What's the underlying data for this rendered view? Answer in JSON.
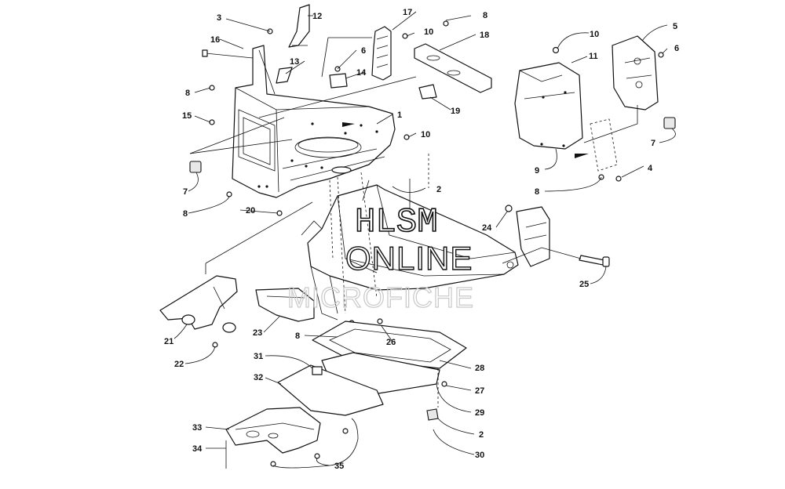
{
  "watermark": {
    "line1": "HLSM",
    "line2": "ONLINE",
    "line3": "MICROFICHE"
  },
  "callouts": [
    {
      "id": "c3",
      "label": "3"
    },
    {
      "id": "c12",
      "label": "12"
    },
    {
      "id": "c17",
      "label": "17"
    },
    {
      "id": "c8a",
      "label": "8"
    },
    {
      "id": "c16",
      "label": "16"
    },
    {
      "id": "c10a",
      "label": "10"
    },
    {
      "id": "c18",
      "label": "18"
    },
    {
      "id": "c13",
      "label": "13"
    },
    {
      "id": "c6a",
      "label": "6"
    },
    {
      "id": "c14",
      "label": "14"
    },
    {
      "id": "c8b",
      "label": "8"
    },
    {
      "id": "c1",
      "label": "1"
    },
    {
      "id": "c19",
      "label": "19"
    },
    {
      "id": "c15",
      "label": "15"
    },
    {
      "id": "c10b",
      "label": "10"
    },
    {
      "id": "c7a",
      "label": "7"
    },
    {
      "id": "c8c",
      "label": "8"
    },
    {
      "id": "c20",
      "label": "20"
    },
    {
      "id": "c2a",
      "label": "2"
    },
    {
      "id": "c10c",
      "label": "10"
    },
    {
      "id": "c11",
      "label": "11"
    },
    {
      "id": "c5",
      "label": "5"
    },
    {
      "id": "c6b",
      "label": "6"
    },
    {
      "id": "c7b",
      "label": "7"
    },
    {
      "id": "c9",
      "label": "9"
    },
    {
      "id": "c4",
      "label": "4"
    },
    {
      "id": "c8d",
      "label": "8"
    },
    {
      "id": "c24",
      "label": "24"
    },
    {
      "id": "c25",
      "label": "25"
    },
    {
      "id": "c21",
      "label": "21"
    },
    {
      "id": "c22",
      "label": "22"
    },
    {
      "id": "c23",
      "label": "23"
    },
    {
      "id": "c8e",
      "label": "8"
    },
    {
      "id": "c26",
      "label": "26"
    },
    {
      "id": "c31",
      "label": "31"
    },
    {
      "id": "c28",
      "label": "28"
    },
    {
      "id": "c32",
      "label": "32"
    },
    {
      "id": "c27",
      "label": "27"
    },
    {
      "id": "c29",
      "label": "29"
    },
    {
      "id": "c33",
      "label": "33"
    },
    {
      "id": "c2b",
      "label": "2"
    },
    {
      "id": "c34",
      "label": "34"
    },
    {
      "id": "c30",
      "label": "30"
    },
    {
      "id": "c35",
      "label": "35"
    }
  ]
}
